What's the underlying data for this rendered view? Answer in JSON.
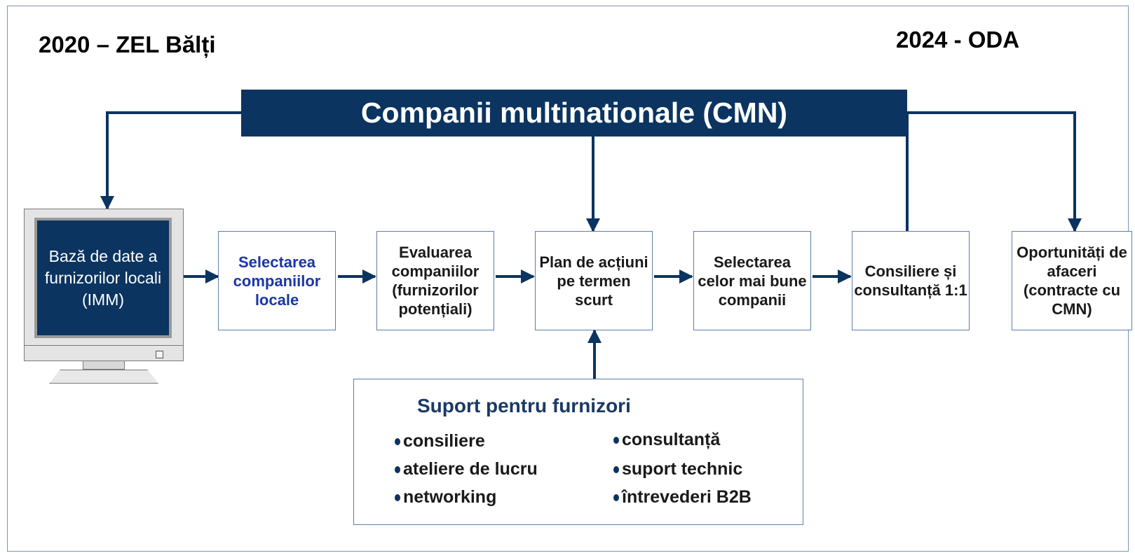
{
  "header": {
    "left_title": "2020 – ZEL Bălți",
    "right_title": "2024 - ODA"
  },
  "banner": {
    "label": "Companii multinationale (CMN)"
  },
  "database": {
    "label": "Bază de date a furnizorilor locali (IMM)"
  },
  "steps": [
    {
      "label": "Selectarea companiilor locale"
    },
    {
      "label": "Evaluarea companiilor (furnizorilor potențiali)"
    },
    {
      "label": "Plan de acțiuni pe termen scurt"
    },
    {
      "label": "Selectarea celor mai bune companii"
    },
    {
      "label": "Consiliere și consultanță 1:1"
    },
    {
      "label": "Oportunități de afaceri (contracte cu CMN)"
    }
  ],
  "support": {
    "title": "Suport pentru furnizori",
    "items_left": [
      "consiliere",
      "ateliere de lucru",
      "networking"
    ],
    "items_right": [
      "consultanță",
      "suport technic",
      "întrevederi B2B"
    ]
  },
  "colors": {
    "navy": "#0b3460",
    "accent_blue_text": "#1b36a6",
    "box_border": "#5d7ea8"
  }
}
